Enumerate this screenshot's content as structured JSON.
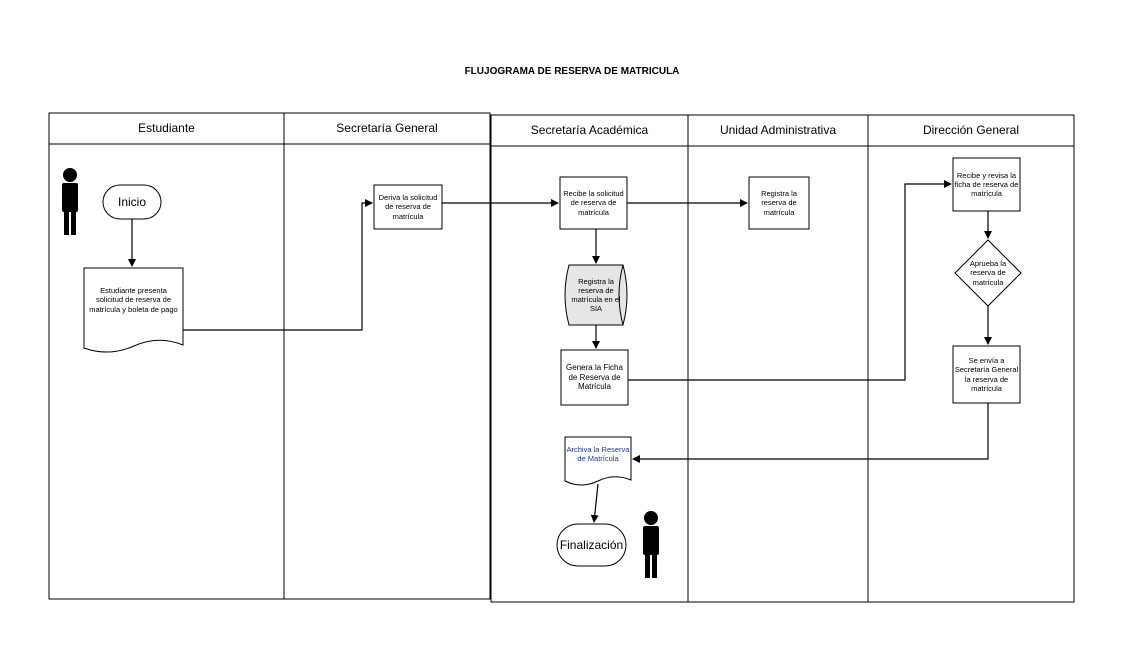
{
  "title": "FLUJOGRAMA DE RESERVA DE MATRICULA",
  "lanes": [
    {
      "name": "Estudiante"
    },
    {
      "name": "Secretaría General"
    },
    {
      "name": "Secretaría Académica"
    },
    {
      "name": "Unidad Administrativa"
    },
    {
      "name": "Dirección General"
    }
  ],
  "nodes": {
    "inicio": "Inicio",
    "estudiante_presenta": "Estudiante presenta solicitud de reserva de matrícula y boleta de pago",
    "deriva": "Deriva la solicitud de reserva de matrícula",
    "recibe_solicitud": "Recibe la solicitud de reserva de matrícula",
    "registra_sia": "Registra la reserva de matrícula en el SIA",
    "genera_ficha": "Genera la Ficha de Reserva de Matrícula",
    "archiva": "Archiva la Reserva de Matrícula",
    "finalizacion": "Finalización",
    "registra_ua": "Registra la reserva de matrícula",
    "recibe_revisa": "Recibe y revisa la ficha de reserva de matrícula",
    "aprueba": "Aprueba la reserva de matrícula",
    "envia": "Se envía a Secretaría General la reserva de matrícula"
  },
  "icons": [
    "person-icon",
    "person-icon"
  ],
  "colors": {
    "stroke": "#000000",
    "text": "#000000",
    "accent_text": "#1f3a93",
    "drum_fill": "#e6e6e6"
  }
}
